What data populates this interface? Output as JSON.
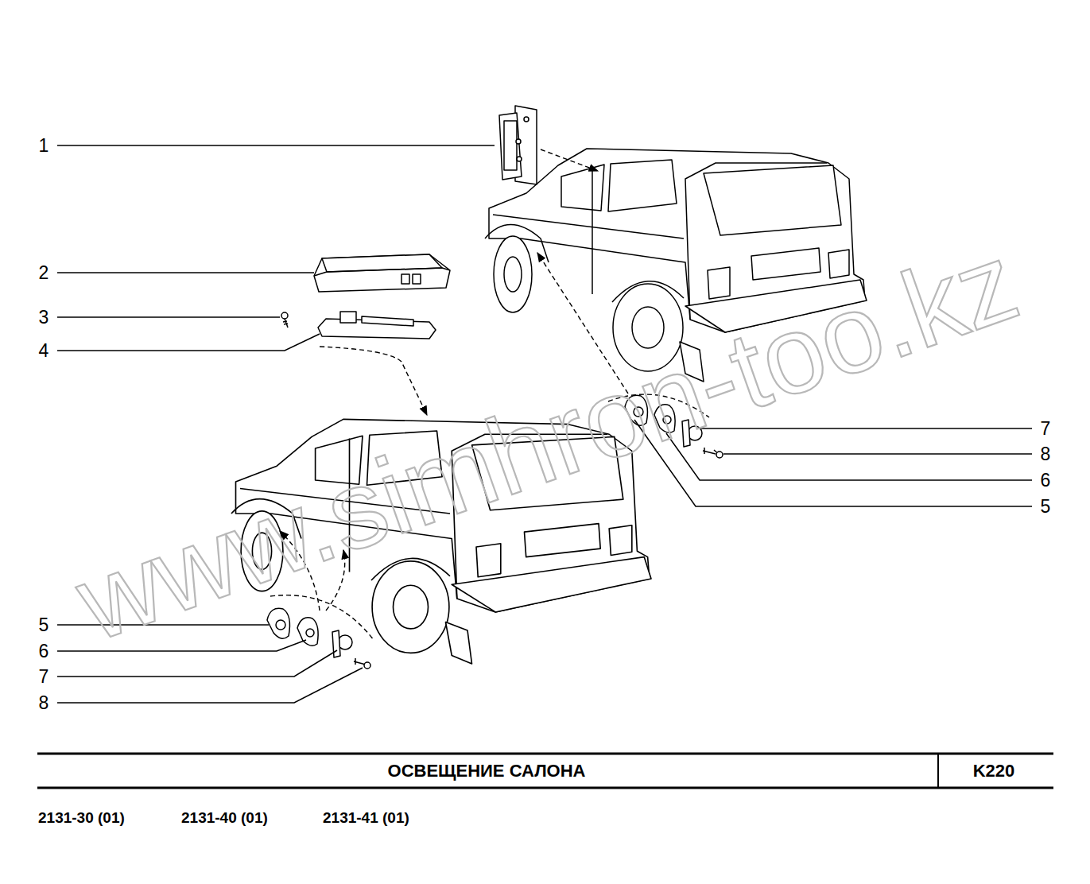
{
  "diagram": {
    "title": "ОСВЕЩЕНИЕ САЛОНА",
    "labels": [
      "1",
      "2",
      "3",
      "4",
      "7",
      "8",
      "6",
      "5",
      "5",
      "6",
      "7",
      "8",
      "K220",
      "2131-30 (01)",
      "2131-40 (01)",
      "2131-41 (01)",
      "www.simhron-too.kz"
    ]
  }
}
